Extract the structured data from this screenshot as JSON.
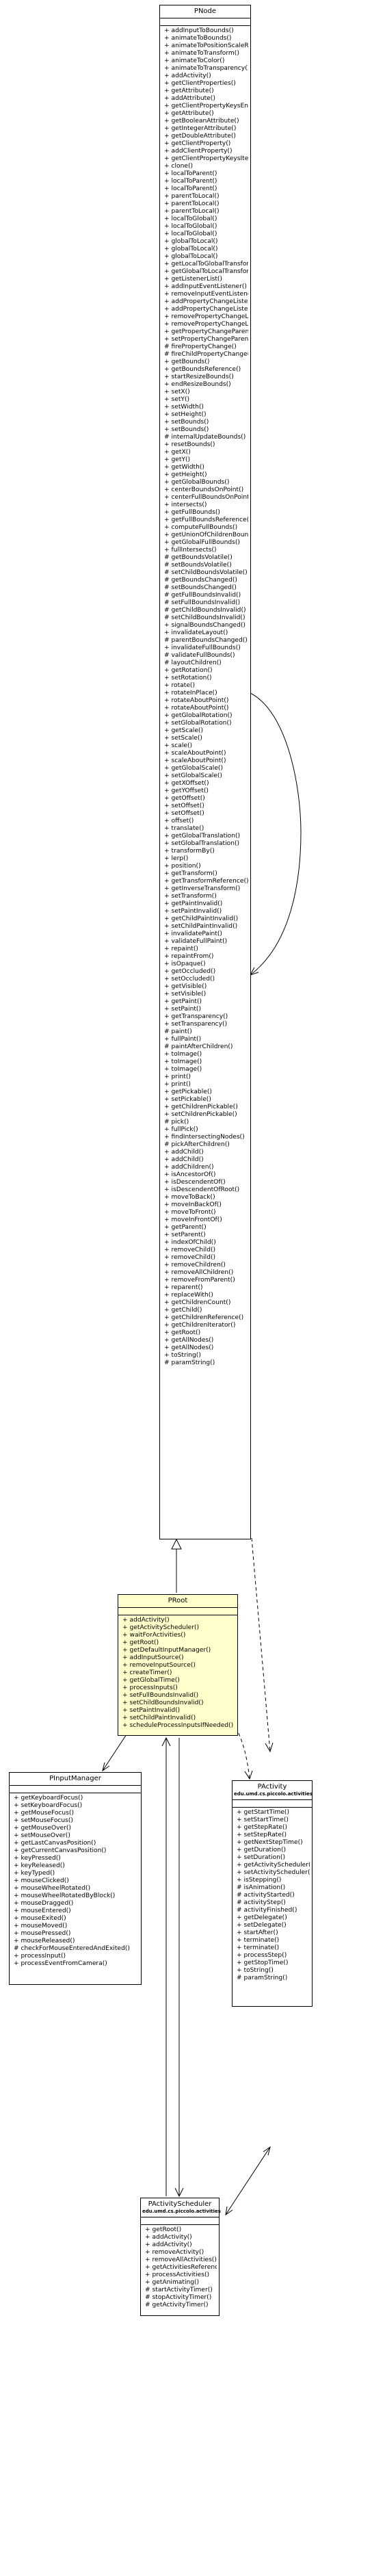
{
  "colors": {
    "line": "#000000",
    "highlight": "#ffffcc"
  },
  "pnode": {
    "name": "PNode",
    "ops": [
      "+ addInputToBounds()",
      "+ animateToBounds()",
      "+ animateToPositionScaleRotation()",
      "+ animateToTransform()",
      "+ animateToColor()",
      "+ animateToTransparency()",
      "+ addActivity()",
      "+ getClientProperties()",
      "+ getAttribute()",
      "+ addAttribute()",
      "+ getClientPropertyKeysEnumeration()",
      "+ getAttribute()",
      "+ getBooleanAttribute()",
      "+ getIntegerAttribute()",
      "+ getDoubleAttribute()",
      "+ getClientProperty()",
      "+ addClientProperty()",
      "+ getClientPropertyKeysIterator()",
      "+ clone()",
      "+ localToParent()",
      "+ localToParent()",
      "+ localToParent()",
      "+ parentToLocal()",
      "+ parentToLocal()",
      "+ parentToLocal()",
      "+ localToGlobal()",
      "+ localToGlobal()",
      "+ localToGlobal()",
      "+ globalToLocal()",
      "+ globalToLocal()",
      "+ globalToLocal()",
      "+ getLocalToGlobalTransform()",
      "+ getGlobalToLocalTransform()",
      "+ getListenerList()",
      "+ addInputEventListener()",
      "+ removeInputEventListener()",
      "+ addPropertyChangeListener()",
      "+ addPropertyChangeListener()",
      "+ removePropertyChangeListener()",
      "+ removePropertyChangeListener()",
      "+ getPropertyChangeParentMask()",
      "+ setPropertyChangeParentMask()",
      "# firePropertyChange()",
      "# fireChildPropertyChange()",
      "+ getBounds()",
      "+ getBoundsReference()",
      "+ startResizeBounds()",
      "+ endResizeBounds()",
      "+ setX()",
      "+ setY()",
      "+ setWidth()",
      "+ setHeight()",
      "+ setBounds()",
      "+ setBounds()",
      "# internalUpdateBounds()",
      "+ resetBounds()",
      "+ getX()",
      "+ getY()",
      "+ getWidth()",
      "+ getHeight()",
      "+ getGlobalBounds()",
      "+ centerBoundsOnPoint()",
      "+ centerFullBoundsOnPoint()",
      "+ intersects()",
      "+ getFullBounds()",
      "+ getFullBoundsReference()",
      "+ computeFullBounds()",
      "+ getUnionOfChildrenBounds()",
      "+ getGlobalFullBounds()",
      "+ fullIntersects()",
      "# getBoundsVolatile()",
      "# setBoundsVolatile()",
      "# setChildBoundsVolatile()",
      "# getBoundsChanged()",
      "# setBoundsChanged()",
      "# getFullBoundsInvalid()",
      "# setFullBoundsInvalid()",
      "# getChildBoundsInvalid()",
      "# setChildBoundsInvalid()",
      "+ signalBoundsChanged()",
      "+ invalidateLayout()",
      "# parentBoundsChanged()",
      "+ invalidateFullBounds()",
      "# validateFullBounds()",
      "# layoutChildren()",
      "+ getRotation()",
      "+ setRotation()",
      "+ rotate()",
      "+ rotateInPlace()",
      "+ rotateAboutPoint()",
      "+ rotateAboutPoint()",
      "+ getGlobalRotation()",
      "+ setGlobalRotation()",
      "+ getScale()",
      "+ setScale()",
      "+ scale()",
      "+ scaleAboutPoint()",
      "+ scaleAboutPoint()",
      "+ getGlobalScale()",
      "+ setGlobalScale()",
      "+ getXOffset()",
      "+ getYOffset()",
      "+ getOffset()",
      "+ setOffset()",
      "+ setOffset()",
      "+ offset()",
      "+ translate()",
      "+ getGlobalTranslation()",
      "+ setGlobalTranslation()",
      "+ transformBy()",
      "+ lerp()",
      "+ position()",
      "+ getTransform()",
      "+ getTransformReference()",
      "+ getInverseTransform()",
      "+ setTransform()",
      "+ getPaintInvalid()",
      "+ setPaintInvalid()",
      "+ getChildPaintInvalid()",
      "+ setChildPaintInvalid()",
      "+ invalidatePaint()",
      "+ validateFullPaint()",
      "+ repaint()",
      "+ repaintFrom()",
      "+ isOpaque()",
      "+ getOccluded()",
      "+ setOccluded()",
      "+ getVisible()",
      "+ setVisible()",
      "+ getPaint()",
      "+ setPaint()",
      "+ getTransparency()",
      "+ setTransparency()",
      "# paint()",
      "+ fullPaint()",
      "# paintAfterChildren()",
      "+ toImage()",
      "+ toImage()",
      "+ toImage()",
      "+ print()",
      "+ print()",
      "+ getPickable()",
      "+ setPickable()",
      "+ getChildrenPickable()",
      "+ setChildrenPickable()",
      "# pick()",
      "+ fullPick()",
      "+ findIntersectingNodes()",
      "# pickAfterChildren()",
      "+ addChild()",
      "+ addChild()",
      "+ addChildren()",
      "+ isAncestorOf()",
      "+ isDescendentOf()",
      "+ isDescendentOfRoot()",
      "+ moveToBack()",
      "+ moveInBackOf()",
      "+ moveToFront()",
      "+ moveInFrontOf()",
      "+ getParent()",
      "+ setParent()",
      "+ indexOfChild()",
      "+ removeChild()",
      "+ removeChild()",
      "+ removeChildren()",
      "+ removeAllChildren()",
      "+ removeFromParent()",
      "+ reparent()",
      "+ replaceWith()",
      "+ getChildrenCount()",
      "+ getChild()",
      "+ getChildrenReference()",
      "+ getChildrenIterator()",
      "+ getRoot()",
      "+ getAllNodes()",
      "+ getAllNodes()",
      "+ toString()",
      "# paramString()"
    ]
  },
  "proot": {
    "name": "PRoot",
    "ops": [
      "+ addActivity()",
      "+ getActivityScheduler()",
      "+ waitForActivities()",
      "+ getRoot()",
      "+ getDefaultInputManager()",
      "+ addInputSource()",
      "+ removeInputSource()",
      "+ createTimer()",
      "+ getGlobalTime()",
      "+ processInputs()",
      "+ setFullBoundsInvalid()",
      "+ setChildBoundsInvalid()",
      "+ setPaintInvalid()",
      "+ setChildPaintInvalid()",
      "+ scheduleProcessInputsIfNeeded()"
    ]
  },
  "pinput": {
    "name": "PInputManager",
    "ops": [
      "+ getKeyboardFocus()",
      "+ setKeyboardFocus()",
      "+ getMouseFocus()",
      "+ setMouseFocus()",
      "+ getMouseOver()",
      "+ setMouseOver()",
      "+ getLastCanvasPosition()",
      "+ getCurrentCanvasPosition()",
      "+ keyPressed()",
      "+ keyReleased()",
      "+ keyTyped()",
      "+ mouseClicked()",
      "+ mouseWheelRotated()",
      "+ mouseWheelRotatedByBlock()",
      "+ mouseDragged()",
      "+ mouseEntered()",
      "+ mouseExited()",
      "+ mouseMoved()",
      "+ mousePressed()",
      "+ mouseReleased()",
      "# checkForMouseEnteredAndExited()",
      "+ processInput()",
      "+ processEventFromCamera()"
    ]
  },
  "pactivity": {
    "name": "PActivity",
    "pkg": "edu.umd.cs.piccolo.activities",
    "ops": [
      "+ getStartTime()",
      "+ setStartTime()",
      "+ getStepRate()",
      "+ setStepRate()",
      "+ getNextStepTime()",
      "+ getDuration()",
      "+ setDuration()",
      "+ getActivityScheduler()",
      "+ setActivityScheduler()",
      "+ isStepping()",
      "# isAnimation()",
      "# activityStarted()",
      "# activityStep()",
      "# activityFinished()",
      "+ getDelegate()",
      "+ setDelegate()",
      "+ startAfter()",
      "+ terminate()",
      "+ terminate()",
      "+ processStep()",
      "+ getStopTime()",
      "+ toString()",
      "# paramString()"
    ]
  },
  "pscheduler": {
    "name": "PActivityScheduler",
    "pkg": "edu.umd.cs.piccolo.activities",
    "ops": [
      "+ getRoot()",
      "+ addActivity()",
      "+ addActivity()",
      "+ removeActivity()",
      "+ removeAllActivities()",
      "+ getActivitiesReference()",
      "+ processActivities()",
      "+ getAnimating()",
      "# startActivityTimer()",
      "# stopActivityTimer()",
      "# getActivityTimer()"
    ]
  }
}
